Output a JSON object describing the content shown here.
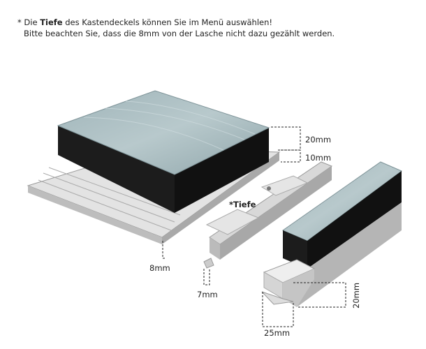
{
  "note": {
    "star": "*",
    "line1_pre": "Die",
    "line1_bold": "Tiefe",
    "line1_post": "des Kastendeckels können Sie im Menü auswählen!",
    "line2": "Bitte beachten Sie, dass die 8mm von der Lasche nicht dazu gezählt werden."
  },
  "labels": {
    "foam_height": "20mm",
    "base_height": "10mm",
    "depth": "*Tiefe",
    "tab_length": "8mm",
    "clip_tab": "7mm",
    "edge_width": "25mm",
    "edge_height": "20mm"
  }
}
